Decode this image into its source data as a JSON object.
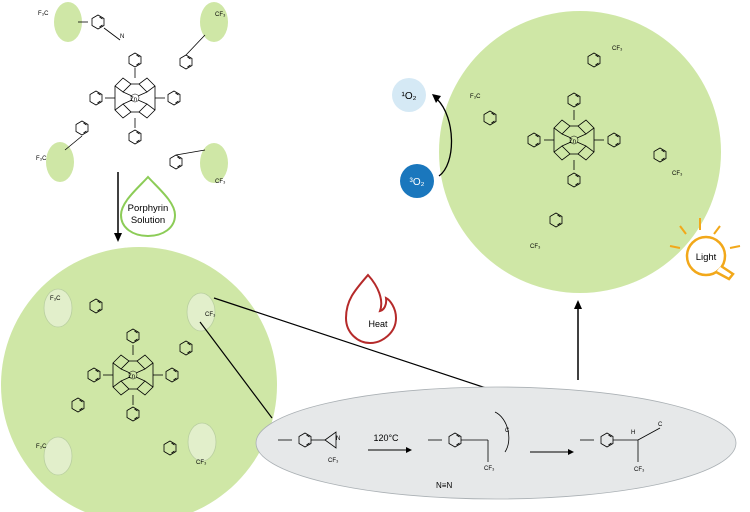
{
  "colors": {
    "green_fill": "#cfe7a6",
    "green_light": "#e2efcb",
    "gray_ellipse": "#e6e8e9",
    "oxygen_singlet": "#d5e9f5",
    "oxygen_triplet": "#1a77bd",
    "heat_flame": "#b52a2a",
    "light_bulb": "#f2a81a",
    "drop_outline": "#8ccc57"
  },
  "drop_label": {
    "line1": "Porphyrin",
    "line2": "Solution"
  },
  "heat_label": "Heat",
  "light_label": "Light",
  "reaction": {
    "condition": "120°C",
    "byproduct": "N≡N"
  },
  "oxygen": {
    "singlet": "¹O₂",
    "triplet": "³O₂"
  },
  "atoms": {
    "cf3": "CF₃",
    "f3c": "F₃C",
    "n": "N",
    "zn": "Zn",
    "h": "H",
    "c": "C"
  }
}
